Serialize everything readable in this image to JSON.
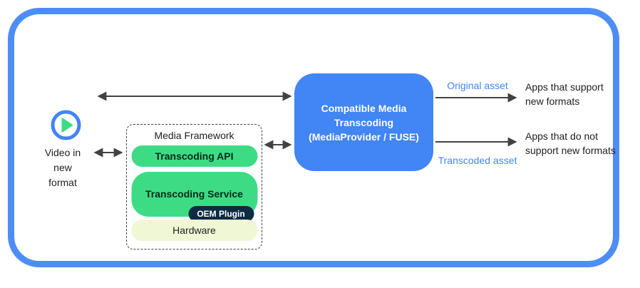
{
  "colors": {
    "frame_blue": "#4e8df5",
    "transcoder_blue": "#4285f4",
    "layer_green": "#3ddc84",
    "hardware_pale_green": "#eff7d4",
    "oem_navy": "#0e2b44",
    "arrow_gray": "#424242",
    "flow_label_blue": "#4285f4"
  },
  "source": {
    "icon": "play-icon",
    "label": "Video in\nnew\nformat"
  },
  "media_framework": {
    "title": "Media Framework",
    "api_label": "Transcoding API",
    "service_label": "Transcoding Service",
    "oem_badge": "OEM Plugin",
    "hardware_label": "Hardware"
  },
  "transcoder": {
    "title": "Compatible Media\nTranscoding\n(MediaProvider / FUSE)"
  },
  "outputs": {
    "original": {
      "label": "Original asset",
      "target": "Apps that support\nnew formats"
    },
    "transcoded": {
      "label": "Transcoded asset",
      "target": "Apps that do not\nsupport new formats"
    }
  }
}
